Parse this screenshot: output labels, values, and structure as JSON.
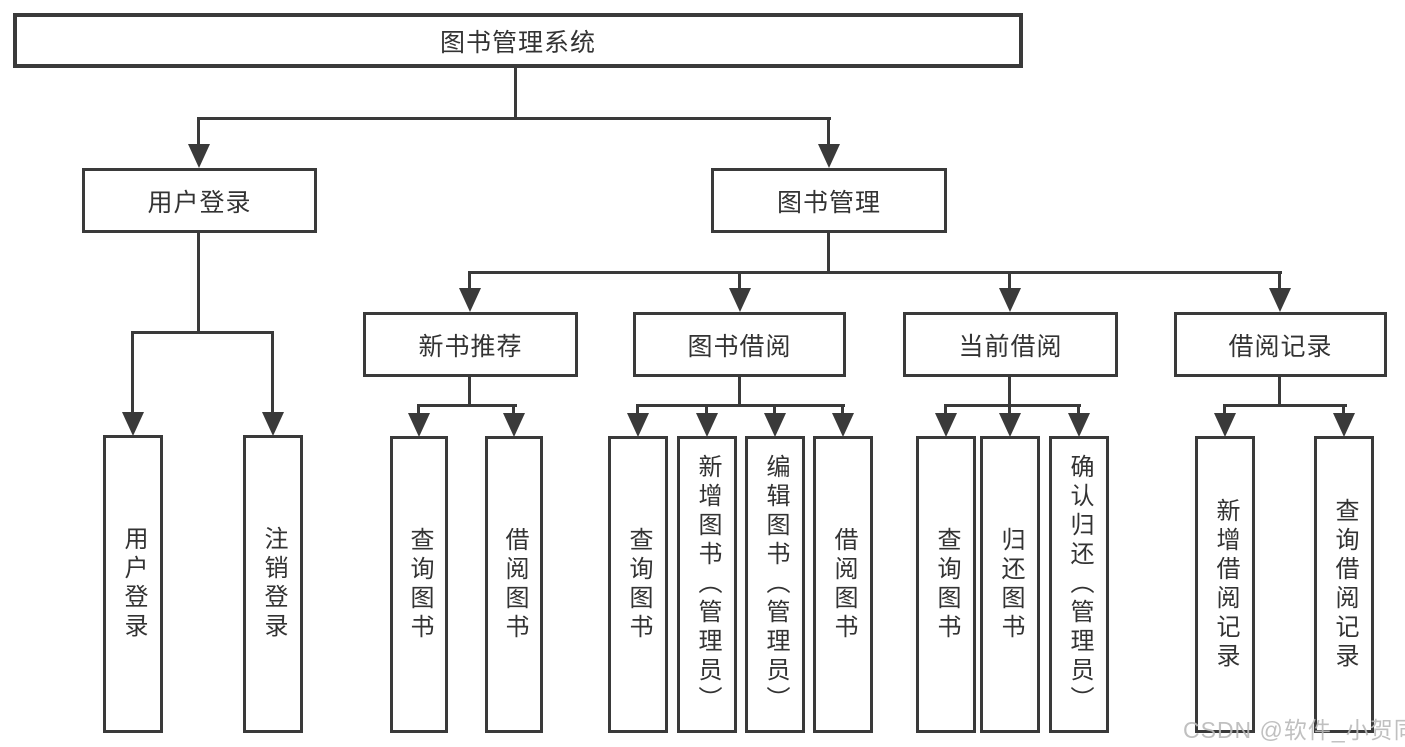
{
  "colors": {
    "line": "#3a3a3a",
    "text": "#333333",
    "box_fill": "#ffffff",
    "background": "#ffffff",
    "watermark": "#bababa"
  },
  "watermark": {
    "text": "CSDN @软件_小贺同学"
  },
  "tree": {
    "label": "图书管理系统",
    "children": [
      {
        "label": "用户登录",
        "children": [
          {
            "label": "用户登录"
          },
          {
            "label": "注销登录"
          }
        ]
      },
      {
        "label": "图书管理",
        "children": [
          {
            "label": "新书推荐",
            "children": [
              {
                "label": "查询图书"
              },
              {
                "label": "借阅图书"
              }
            ]
          },
          {
            "label": "图书借阅",
            "children": [
              {
                "label": "查询图书"
              },
              {
                "label": "新增图书（管理员）"
              },
              {
                "label": "编辑图书（管理员）"
              },
              {
                "label": "借阅图书"
              }
            ]
          },
          {
            "label": "当前借阅",
            "children": [
              {
                "label": "查询图书"
              },
              {
                "label": "归还图书"
              },
              {
                "label": "确认归还（管理员）"
              }
            ]
          },
          {
            "label": "借阅记录",
            "children": [
              {
                "label": "新增借阅记录"
              },
              {
                "label": "查询借阅记录"
              }
            ]
          }
        ]
      }
    ]
  }
}
